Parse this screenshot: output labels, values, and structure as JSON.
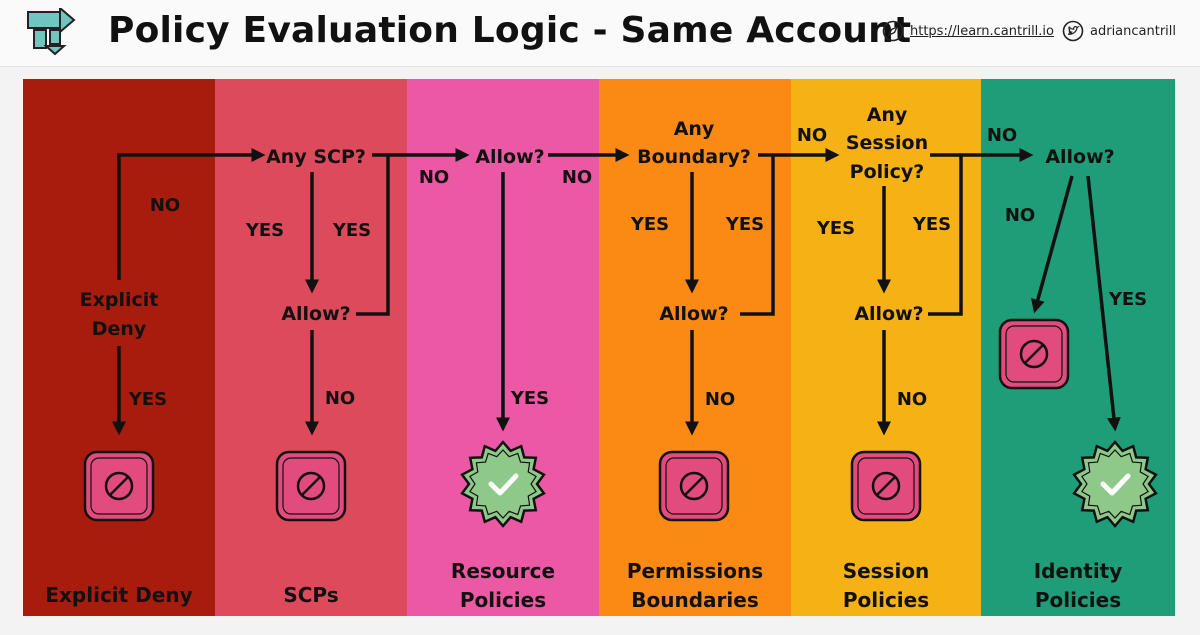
{
  "header": {
    "title": "Policy Evaluation Logic - Same Account",
    "website": "https://learn.cantrill.io",
    "twitter": "adriancantrill"
  },
  "colors": {
    "explicit_deny": "#a81c0e",
    "scps": "#dc4a5b",
    "resource_policies": "#eb59a4",
    "permissions_boundaries": "#fa8a14",
    "session_policies": "#f6b114",
    "identity_policies": "#1e9d78",
    "deny_icon": "#e24b7d",
    "allow_icon": "#8fc98a"
  },
  "columns": [
    {
      "name": "explicit-deny",
      "label": "Explicit Deny"
    },
    {
      "name": "scps",
      "label": "SCPs"
    },
    {
      "name": "resource-policies",
      "label": "Resource Policies"
    },
    {
      "name": "permissions-boundaries",
      "label": "Permissions Boundaries"
    },
    {
      "name": "session-policies",
      "label": "Session Policies"
    },
    {
      "name": "identity-policies",
      "label": "Identity Policies"
    }
  ],
  "nodes": {
    "explicit_deny": [
      "Explicit",
      "Deny"
    ],
    "any_scp": "Any SCP?",
    "scp_allow": "Allow?",
    "resource_allow": "Allow?",
    "any_boundary": [
      "Any",
      "Boundary?"
    ],
    "boundary_allow": "Allow?",
    "any_session": [
      "Any",
      "Session",
      "Policy?"
    ],
    "session_allow": "Allow?",
    "identity_allow": "Allow?"
  },
  "labels": {
    "yes": "YES",
    "no": "NO"
  },
  "outcomes": {
    "deny": "deny",
    "allow": "allow"
  }
}
